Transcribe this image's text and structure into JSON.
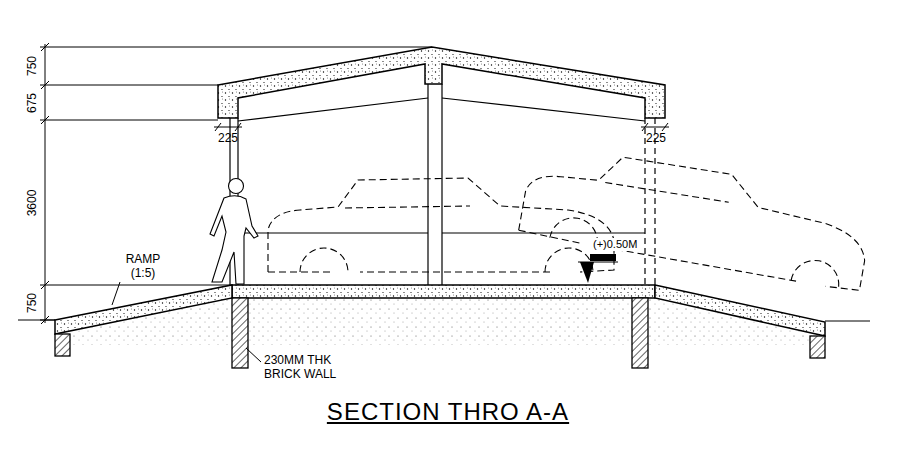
{
  "diagram": {
    "title": "SECTION THRO A-A",
    "labels": [
      "750",
      "675",
      "3600",
      "750",
      "225",
      "225",
      "RAMP (1:5)",
      "(+)0.50M",
      "230MM THK BRICK WALL"
    ]
  }
}
